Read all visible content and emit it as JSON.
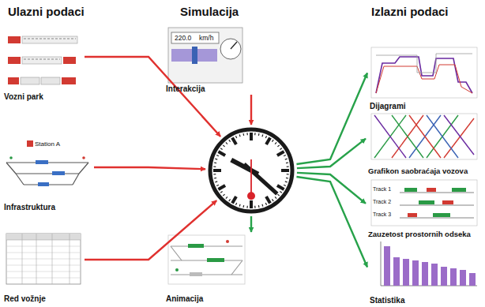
{
  "diagram": {
    "nodes": [
      {
        "text": [
          "Vozni park"
        ]
      },
      {
        "text": [
          "Infrastruktura"
        ]
      },
      {
        "text": [
          "Red vožnje"
        ]
      },
      {
        "text": [
          "Interakcija"
        ]
      },
      {
        "text": []
      },
      {
        "text": [
          "Animacija"
        ]
      },
      {
        "text": [
          "Dijagrami"
        ]
      },
      {
        "text": [
          "Grafikon saobraćaja vozova"
        ]
      },
      {
        "text": [
          "Zauzetost prostornih odseka"
        ]
      },
      {
        "text": [
          "Statistika"
        ]
      }
    ],
    "edges": [
      {
        "from": 0,
        "to": 4,
        "arrow": "to"
      },
      {
        "from": 1,
        "to": 4,
        "arrow": "to"
      },
      {
        "from": 2,
        "to": 4,
        "arrow": "to"
      },
      {
        "from": 3,
        "to": 4,
        "arrow": "to"
      },
      {
        "from": 4,
        "to": 5,
        "arrow": "to"
      },
      {
        "from": 4,
        "to": 6,
        "arrow": "to"
      },
      {
        "from": 4,
        "to": 7,
        "arrow": "to"
      },
      {
        "from": 4,
        "to": 8,
        "arrow": "to"
      },
      {
        "from": 4,
        "to": 9,
        "arrow": "to"
      }
    ],
    "labels": [
      "Ulazni podaci",
      "Simulacija",
      "Izlazni podaci",
      "Station A",
      "220.0",
      "km/h",
      "Track 1",
      "Track 2",
      "Track 3"
    ]
  }
}
